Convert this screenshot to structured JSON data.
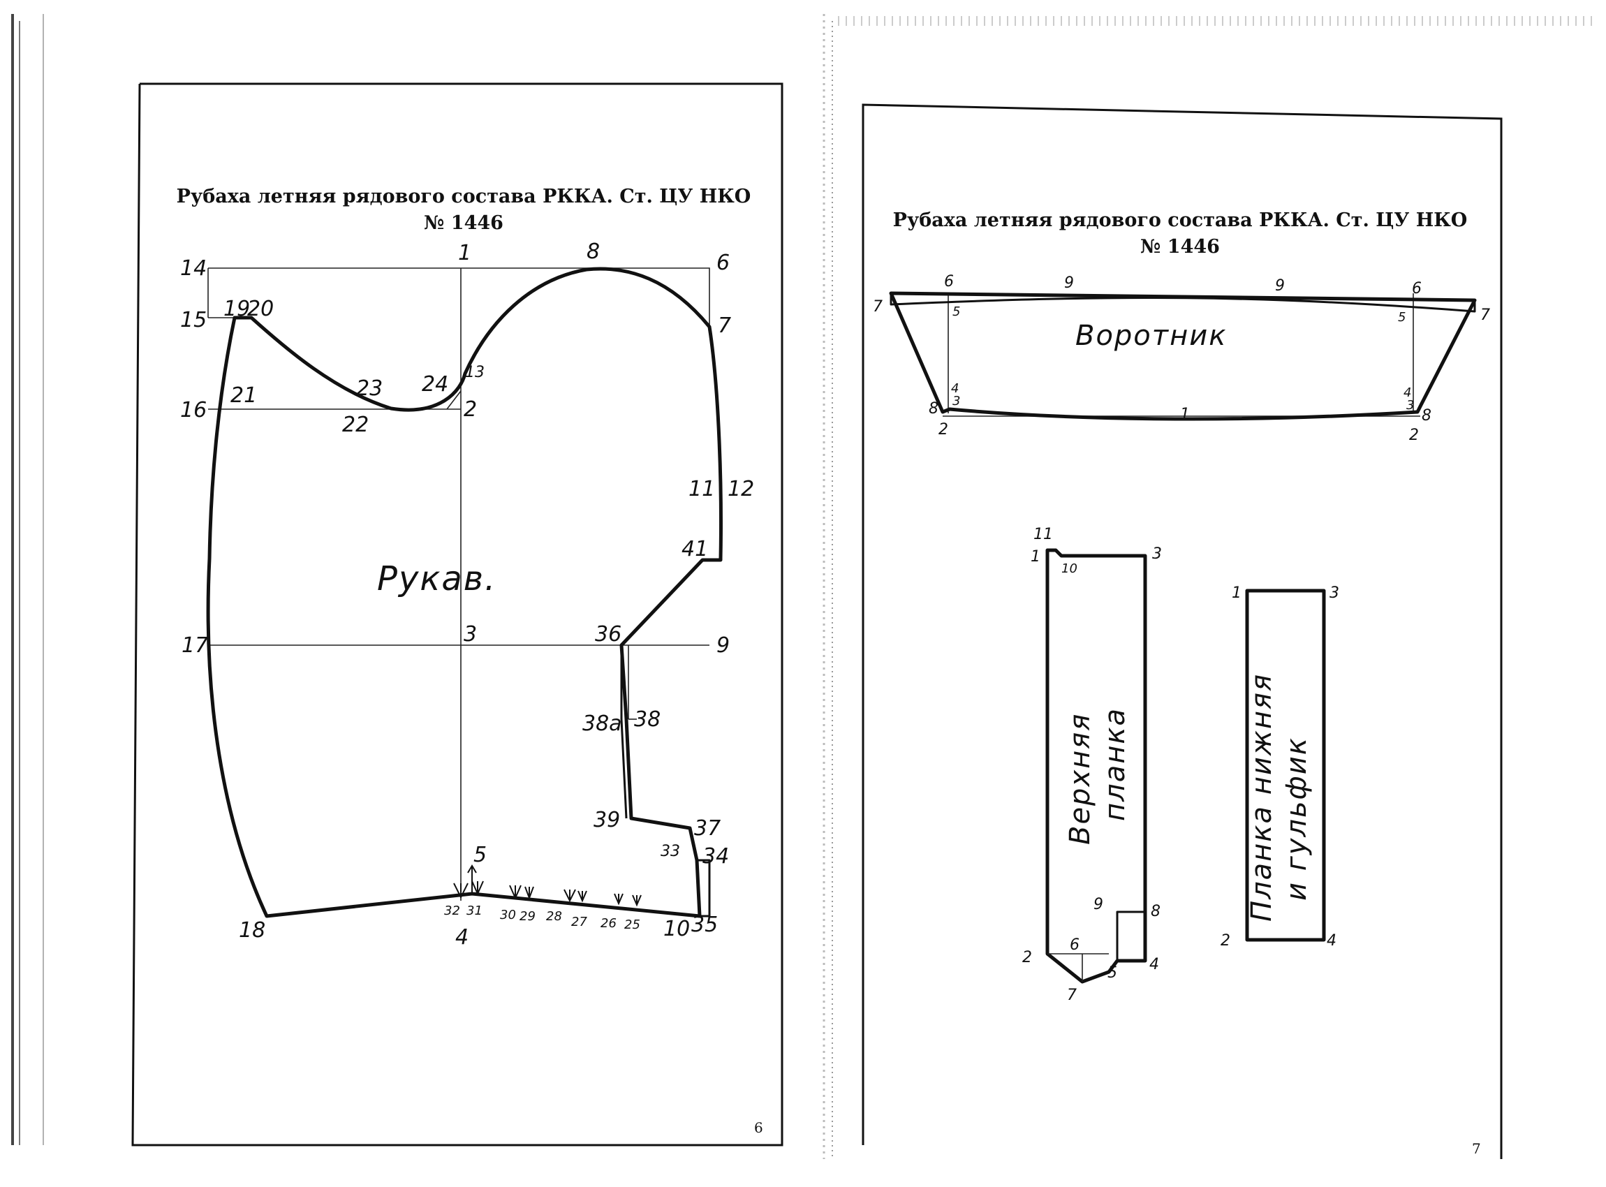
{
  "left_page": {
    "header_line1": "Рубаха летняя рядового состава РККА. Ст. ЦУ НКО",
    "header_line2": "№ 1446",
    "piece_label": "Рукав.",
    "page_number": "6",
    "points": {
      "p14": "14",
      "p1": "1",
      "p8": "8",
      "p6": "6",
      "p15": "15",
      "p19": "19",
      "p20": "20",
      "p7": "7",
      "p16": "16",
      "p21": "21",
      "p23": "23",
      "p24": "24",
      "p13": "13",
      "p2": "2",
      "p22": "22",
      "p11": "11",
      "p12": "12",
      "p41": "41",
      "p17": "17",
      "p3": "3",
      "p36": "36",
      "p9": "9",
      "p38a": "38a",
      "p38": "38",
      "p39": "39",
      "p37": "37",
      "p33": "33",
      "p34": "34",
      "p5": "5",
      "p32": "32",
      "p31": "31",
      "p30": "30",
      "p29": "29",
      "p28": "28",
      "p27": "27",
      "p26": "26",
      "p25": "25",
      "p18": "18",
      "p4": "4",
      "p10": "10",
      "p35": "35"
    }
  },
  "right_page": {
    "header_line1": "Рубаха летняя рядового состава РККА. Ст. ЦУ НКО",
    "header_line2": "№ 1446",
    "collar_label": "Воротник",
    "upper_placket_label_1": "Верхняя",
    "upper_placket_label_2": "планка",
    "lower_placket_label_1": "Планка нижняя",
    "lower_placket_label_2": "и гульфик",
    "page_number": "7",
    "collar_points": {
      "c7l": "7",
      "c6l": "6",
      "c9l": "9",
      "c9r": "9",
      "c6r": "6",
      "c7r": "7",
      "c5l": "5",
      "c5r": "5",
      "c4l": "4",
      "c4r": "4",
      "c3l": "3",
      "c3r": "3",
      "c8l": "8",
      "c8r": "8",
      "c2l": "2",
      "c2r": "2",
      "c1": "1"
    },
    "upper_placket_points": {
      "u11": "11",
      "u1": "1",
      "u10": "10",
      "u3": "3",
      "u9": "9",
      "u8": "8",
      "u2": "2",
      "u6": "6",
      "u4": "4",
      "u5": "5",
      "u7": "7"
    },
    "lower_placket_points": {
      "l1": "1",
      "l3": "3",
      "l2": "2",
      "l4": "4"
    }
  }
}
